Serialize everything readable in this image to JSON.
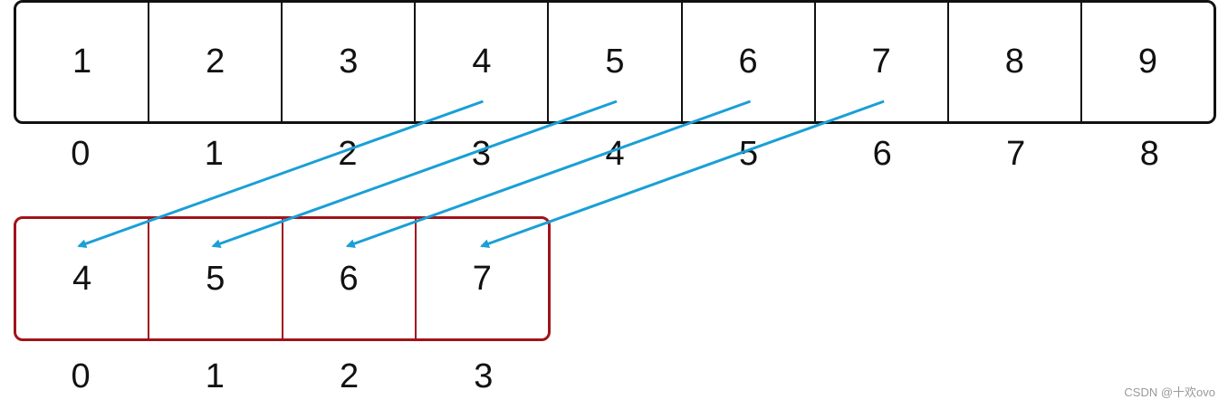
{
  "source_array": {
    "values": [
      "1",
      "2",
      "3",
      "4",
      "5",
      "6",
      "7",
      "8",
      "9"
    ],
    "indices": [
      "0",
      "1",
      "2",
      "3",
      "4",
      "5",
      "6",
      "7",
      "8"
    ]
  },
  "target_array": {
    "values": [
      "4",
      "5",
      "6",
      "7"
    ],
    "indices": [
      "0",
      "1",
      "2",
      "3"
    ]
  },
  "copy_mapping": [
    {
      "from_index": 3,
      "to_index": 0
    },
    {
      "from_index": 4,
      "to_index": 1
    },
    {
      "from_index": 5,
      "to_index": 2
    },
    {
      "from_index": 6,
      "to_index": 3
    }
  ],
  "colors": {
    "source_border": "#111111",
    "target_border": "#a01419",
    "arrow": "#1a9fd6",
    "text": "#111111"
  },
  "watermark": "CSDN @十欢ovo"
}
